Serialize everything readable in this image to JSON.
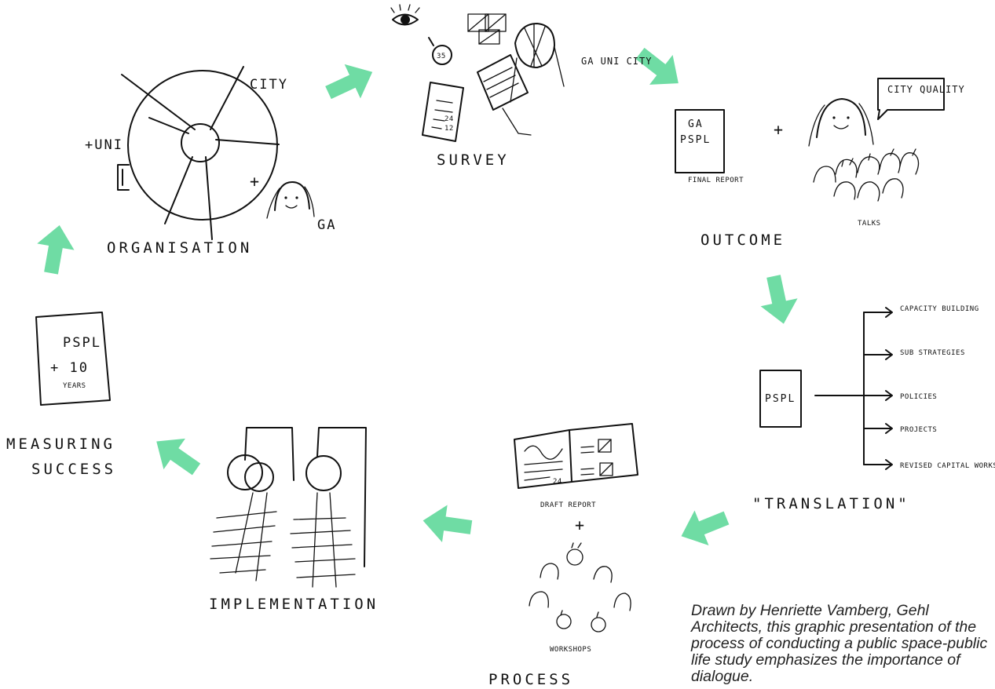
{
  "stages": {
    "organisation": {
      "title": "ORGANISATION",
      "city": "CITY",
      "uni": "+UNI",
      "plus": "+",
      "ga": "GA"
    },
    "survey": {
      "title": "SURVEY",
      "label": "GA UNI CITY",
      "badge": "35",
      "note_a": "24",
      "note_b": "12"
    },
    "outcome": {
      "title": "OUTCOME",
      "report_line1": "GA",
      "report_line2": "PSPL",
      "report_caption": "FINAL REPORT",
      "plus": "+",
      "speech": "CITY QUALITY",
      "talks": "TALKS"
    },
    "translation": {
      "title": "\"TRANSLATION\"",
      "box": "PSPL",
      "branches": [
        "CAPACITY BUILDING",
        "SUB STRATEGIES",
        "POLICIES",
        "PROJECTS",
        "REVISED CAPITAL WORKS PROGRAM"
      ]
    },
    "process": {
      "title": "PROCESS",
      "draft": "DRAFT REPORT",
      "page_num": "24",
      "plus": "+",
      "workshops": "WORKSHOPS"
    },
    "implementation": {
      "title": "IMPLEMENTATION"
    },
    "measuring": {
      "title_line1": "MEASURING",
      "title_line2": "SUCCESS",
      "doc_line1": "PSPL",
      "doc_line2": "+ 10",
      "doc_line3": "YEARS"
    }
  },
  "caption": "Drawn by Henriette Vamberg, Gehl Architects, this graphic presentation of the process of conducting a public space-public life study emphasizes the importance of dialogue.",
  "colors": {
    "arrow": "#6fdca4",
    "ink": "#111111"
  }
}
